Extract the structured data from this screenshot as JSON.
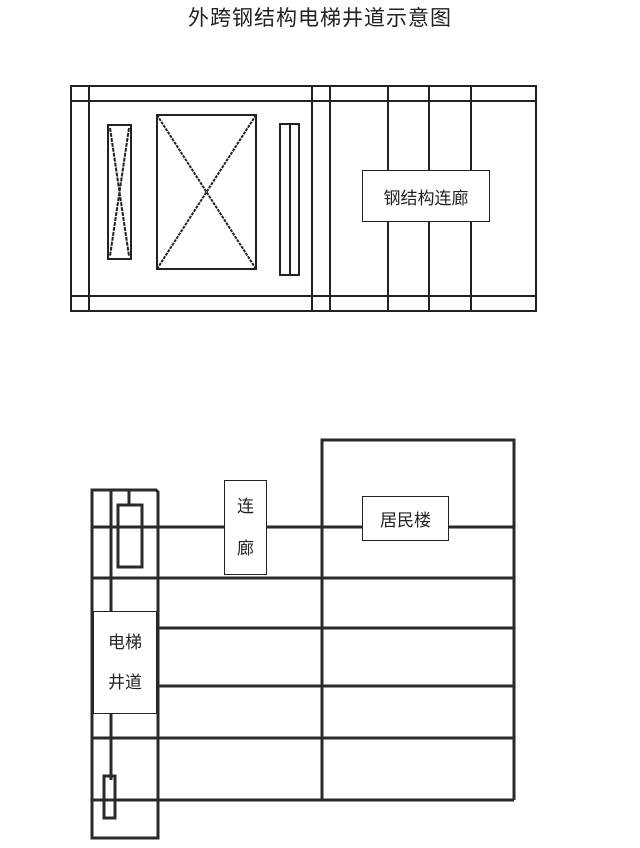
{
  "title": "外跨钢结构电梯井道示意图",
  "plan_view": {
    "corridor_label": "钢结构连廊"
  },
  "elevation_view": {
    "corridor_label_line1": "连",
    "corridor_label_line2": "廊",
    "building_label": "居民楼",
    "shaft_label_line1": "电梯",
    "shaft_label_line2": "井道"
  },
  "colors": {
    "line": "#222222",
    "background": "#ffffff"
  }
}
